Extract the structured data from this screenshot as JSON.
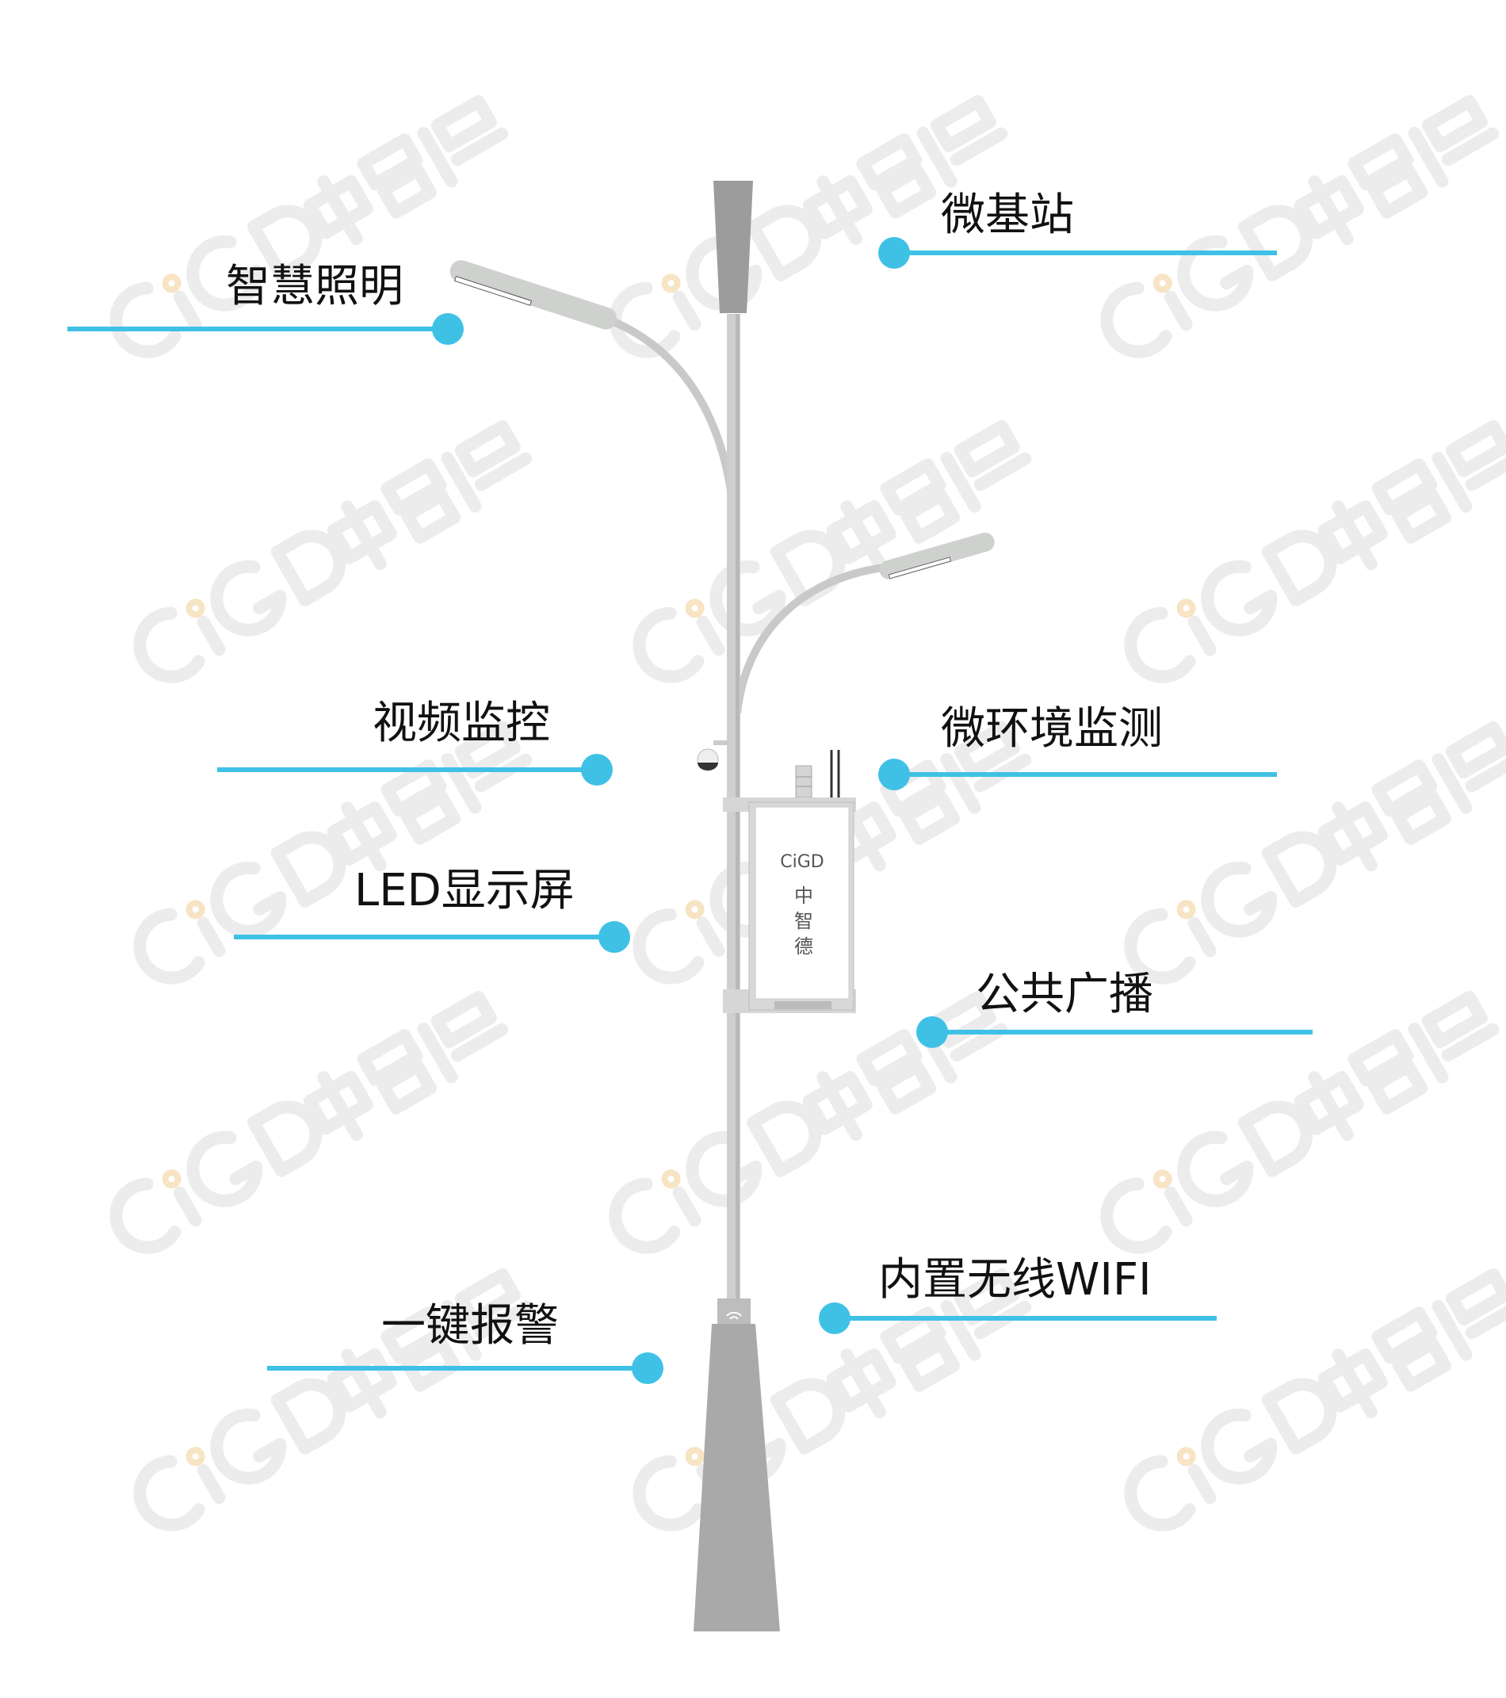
{
  "watermark_text": "CiGD中智德",
  "accent_color": "#3fc1e6",
  "callouts": [
    {
      "label": "微基站"
    },
    {
      "label": "智慧照明"
    },
    {
      "label": "视频监控"
    },
    {
      "label": "微环境监测"
    },
    {
      "label": "LED显示屏"
    },
    {
      "label": "公共广播"
    },
    {
      "label": "内置无线WIFI"
    },
    {
      "label": "一键报警"
    }
  ],
  "screen": {
    "logo": "CiGD",
    "name_chars": [
      "中",
      "智",
      "德"
    ]
  }
}
